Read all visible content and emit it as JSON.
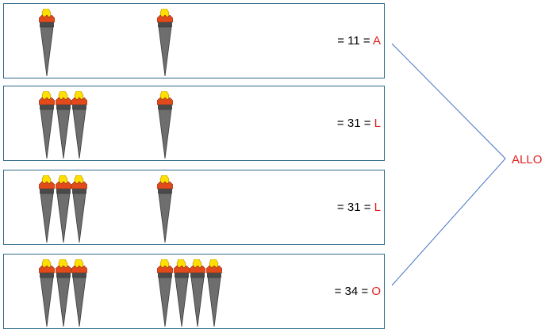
{
  "rows": [
    {
      "group1_count": 1,
      "group2_count": 1,
      "equals": "=",
      "number": "11",
      "letter": "A"
    },
    {
      "group1_count": 3,
      "group2_count": 1,
      "equals": "=",
      "number": "31",
      "letter": "L"
    },
    {
      "group1_count": 3,
      "group2_count": 1,
      "equals": "=",
      "number": "31",
      "letter": "L"
    },
    {
      "group1_count": 3,
      "group2_count": 4,
      "equals": "=",
      "number": "34",
      "letter": "O"
    }
  ],
  "result": {
    "word": "ALLO"
  },
  "colors": {
    "box_border": "#2e6a8a",
    "connector_line": "#4472c4",
    "letter_red": "#e02020",
    "torch_handle": "#6e6e6e",
    "torch_band": "#4a4a4a",
    "flame_outer": "#e24a1c",
    "flame_inner": "#ffe000"
  },
  "icons": {
    "torch": "torch-icon"
  }
}
